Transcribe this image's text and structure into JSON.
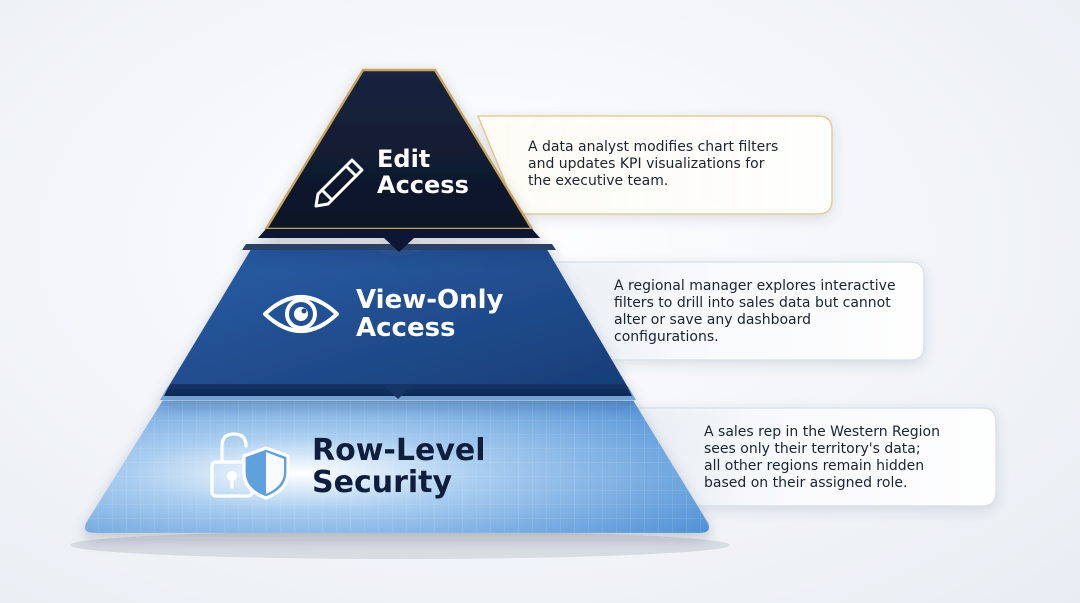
{
  "tiers": [
    {
      "id": "edit",
      "title_line1": "Edit",
      "title_line2": "Access",
      "icon": "pencil-icon",
      "description_lines": [
        "A data analyst modifies chart filters",
        "and updates KPI visualizations for",
        "the executive team."
      ]
    },
    {
      "id": "view",
      "title_line1": "View-Only",
      "title_line2": "Access",
      "icon": "eye-icon",
      "description_lines": [
        "A regional manager explores interactive",
        "filters to drill into sales data but cannot",
        "alter or save any dashboard",
        "configurations."
      ]
    },
    {
      "id": "rls",
      "title_line1": "Row-Level",
      "title_line2": "Security",
      "icon": "lock-shield-icon",
      "description_lines": [
        "A sales rep in the Western Region",
        "sees only their territory's data;",
        "all other regions remain hidden",
        "based on their assigned role."
      ]
    }
  ],
  "colors": {
    "top_fill": "#101a2e",
    "top_border": "#c9a45a",
    "middle_fill": "#1f4b8c",
    "bottom_fill": "#5fa0dd",
    "dark_text": "#0f1e3d",
    "light_text": "#ffffff"
  }
}
